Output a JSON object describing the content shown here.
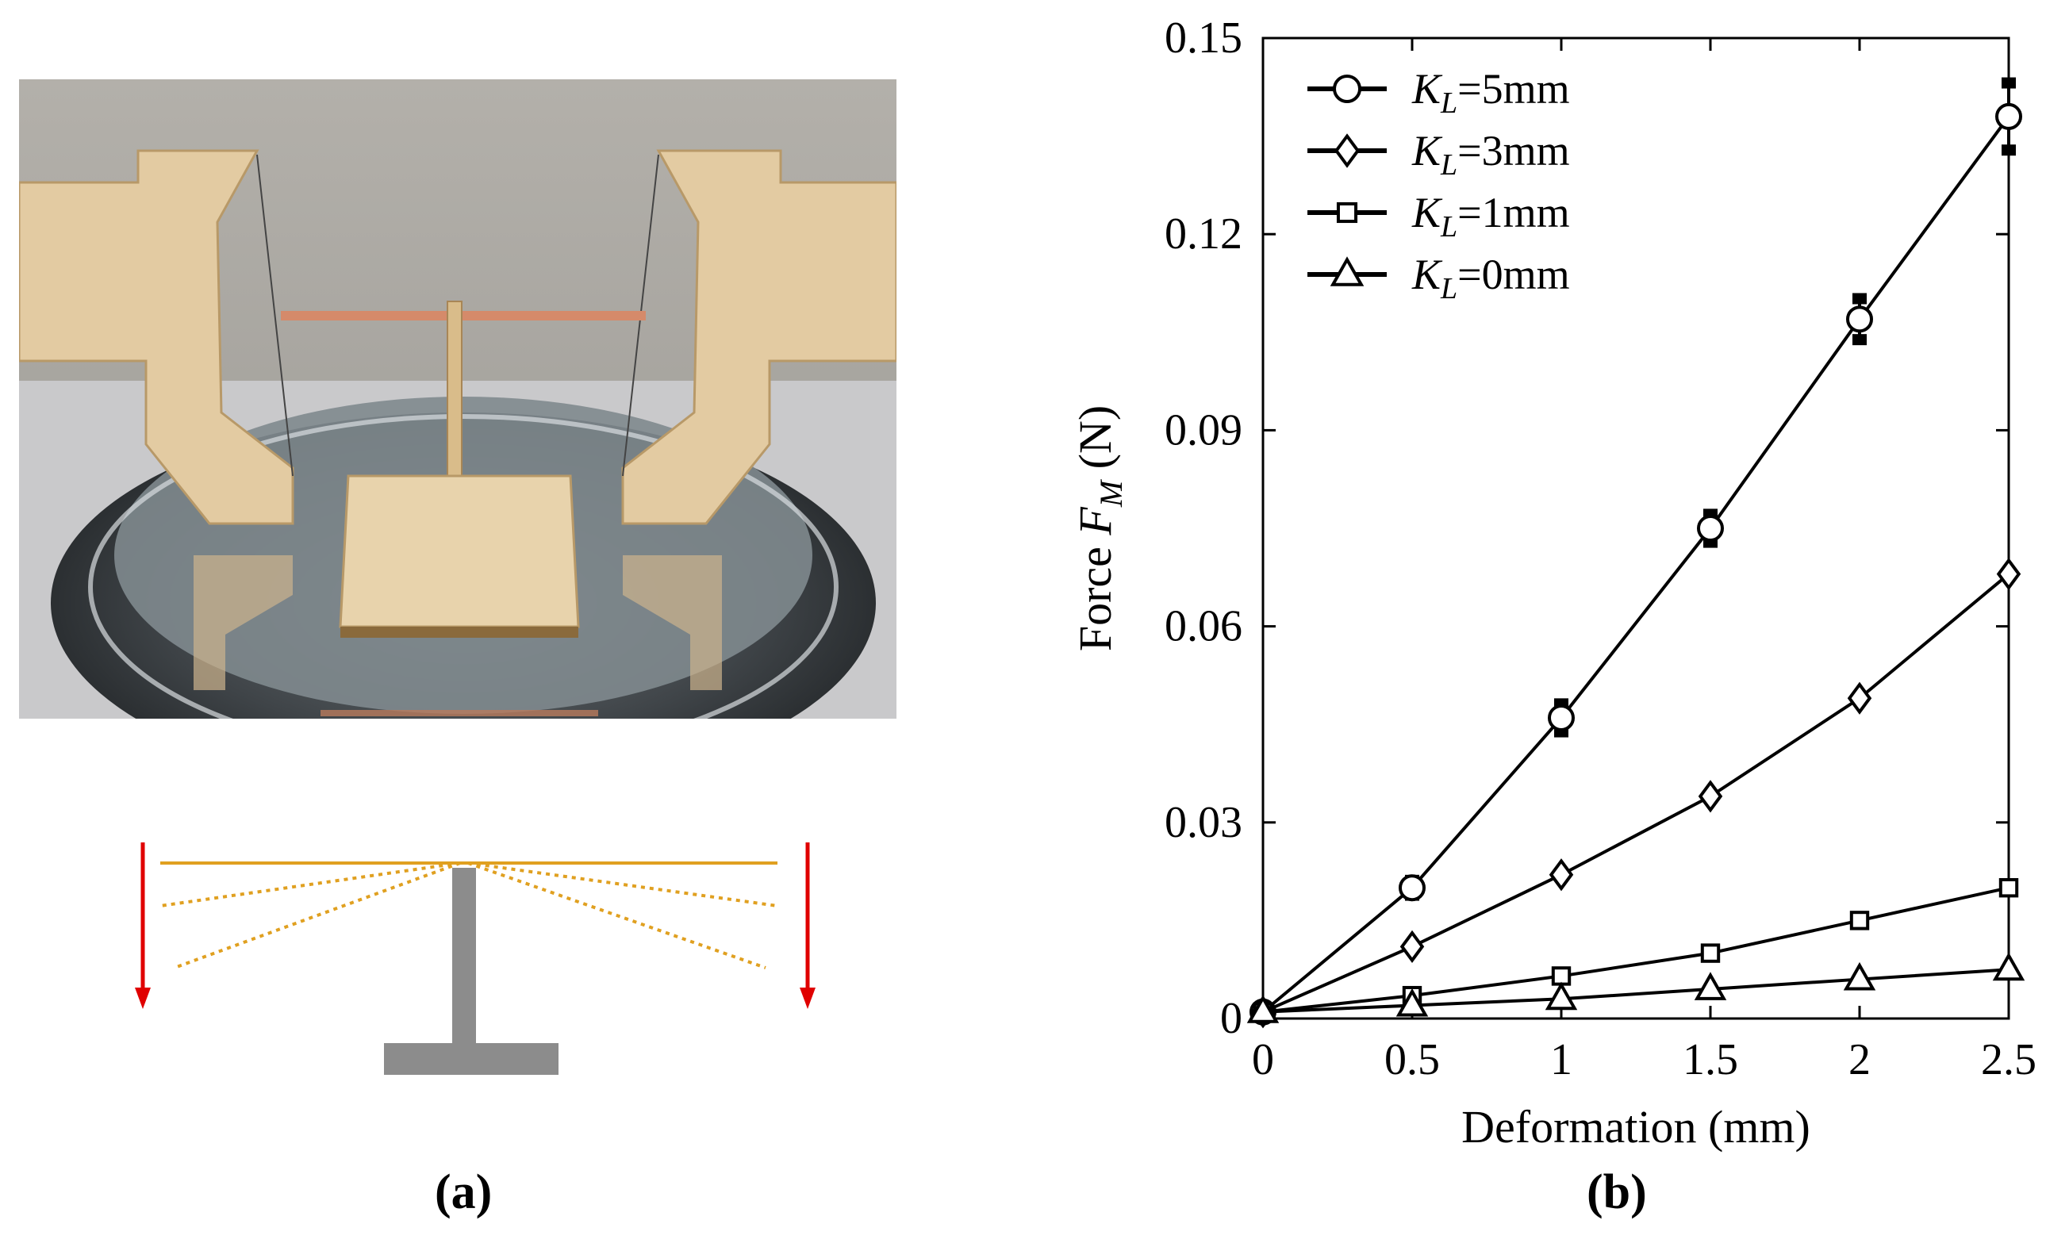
{
  "panels": {
    "a_label": "(a)",
    "b_label": "(b)"
  },
  "colors": {
    "photo_wall": "#a9a6a0",
    "wood": "#e3cba2",
    "copper": "#d58a6a",
    "beam": "#e0a020",
    "stand": "#8c8c8c",
    "arrow": "#e00000",
    "ink": "#000000"
  },
  "chart_data": {
    "type": "line",
    "xlabel": "Deformation (mm)",
    "ylabel": "Force F_M (N)",
    "ylabel_prefix": "Force ",
    "ylabel_var": "F",
    "ylabel_sub": "M",
    "ylabel_suffix": " (N)",
    "xlim": [
      0,
      2.5
    ],
    "ylim": [
      0,
      0.15
    ],
    "xticks": [
      0,
      0.5,
      1,
      1.5,
      2,
      2.5
    ],
    "xtick_labels": [
      "0",
      "0.5",
      "1",
      "1.5",
      "2",
      "2.5"
    ],
    "yticks": [
      0,
      0.03,
      0.06,
      0.09,
      0.12,
      0.15
    ],
    "ytick_labels": [
      "0",
      "0.03",
      "0.06",
      "0.09",
      "0.12",
      "0.15"
    ],
    "grid": false,
    "legend_position": "top-left",
    "x": [
      0,
      0.5,
      1,
      1.5,
      2,
      2.5
    ],
    "series": [
      {
        "name": "K_L=5mm",
        "name_var": "K",
        "name_sub": "L",
        "name_rest": "=5mm",
        "marker": "circle",
        "values": [
          0.001,
          0.02,
          0.046,
          0.075,
          0.107,
          0.138
        ],
        "error": [
          0,
          0.0015,
          0.0025,
          0.0025,
          0.0035,
          0.0055
        ]
      },
      {
        "name": "K_L=3mm",
        "name_var": "K",
        "name_sub": "L",
        "name_rest": "=3mm",
        "marker": "diamond",
        "values": [
          0.001,
          0.011,
          0.022,
          0.034,
          0.049,
          0.068
        ],
        "error": [
          0,
          0,
          0,
          0,
          0,
          0
        ]
      },
      {
        "name": "K_L=1mm",
        "name_var": "K",
        "name_sub": "L",
        "name_rest": "=1mm",
        "marker": "square",
        "values": [
          0.001,
          0.0035,
          0.0065,
          0.01,
          0.015,
          0.02
        ],
        "error": [
          0,
          0,
          0,
          0,
          0,
          0
        ]
      },
      {
        "name": "K_L=0mm",
        "name_var": "K",
        "name_sub": "L",
        "name_rest": "=0mm",
        "marker": "triangle",
        "values": [
          0.001,
          0.002,
          0.003,
          0.0045,
          0.006,
          0.0075
        ],
        "error": [
          0,
          0,
          0,
          0,
          0,
          0
        ]
      }
    ]
  }
}
